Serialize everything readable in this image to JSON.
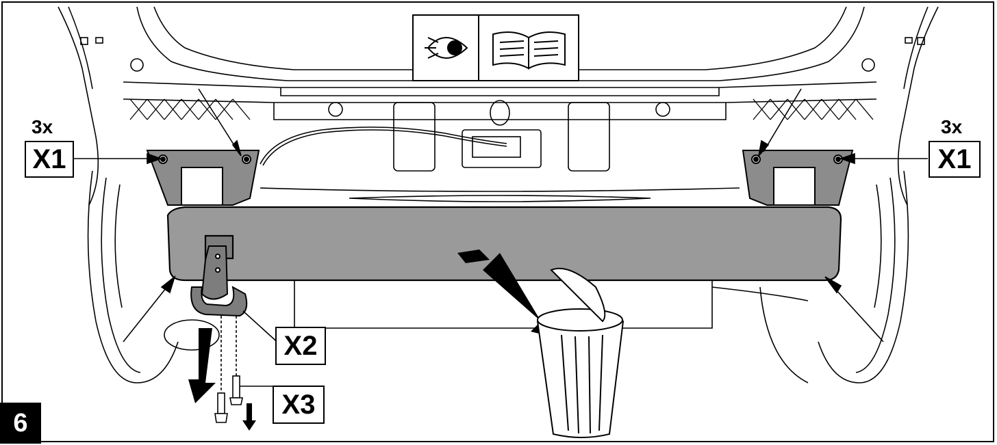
{
  "step": {
    "number": "6"
  },
  "callouts": {
    "x1_left": {
      "qty": "3x",
      "code": "X1"
    },
    "x1_right": {
      "qty": "3x",
      "code": "X1"
    },
    "x2": {
      "code": "X2"
    },
    "x3": {
      "code": "X3"
    }
  },
  "icons": {
    "header": [
      "eye-inspect-icon",
      "manual-book-icon"
    ],
    "disposal": "trash-bin-icon"
  },
  "colors": {
    "line": "#000000",
    "bumper_fill": "#9a9a9a",
    "bracket_fill": "#8c8c8c",
    "hook_fill": "#7d7d7d"
  }
}
